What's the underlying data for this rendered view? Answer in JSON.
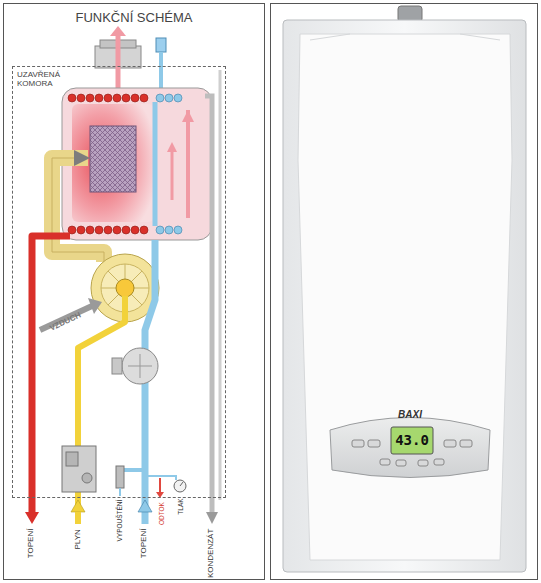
{
  "diagram": {
    "title": "FUNKČNÍ SCHÉMA",
    "nodes": [
      {
        "text": [
          "UZAVŘENÁ KOMORA"
        ]
      }
    ],
    "labels": [
      "VZDUCH",
      "TOPENÍ",
      "PLYN",
      "VYPOUŠTĚNÍ",
      "TOPENÍ",
      "ODTOK",
      "TLAK",
      "KONDENZÁT",
      "43.0",
      "BAXI"
    ]
  }
}
